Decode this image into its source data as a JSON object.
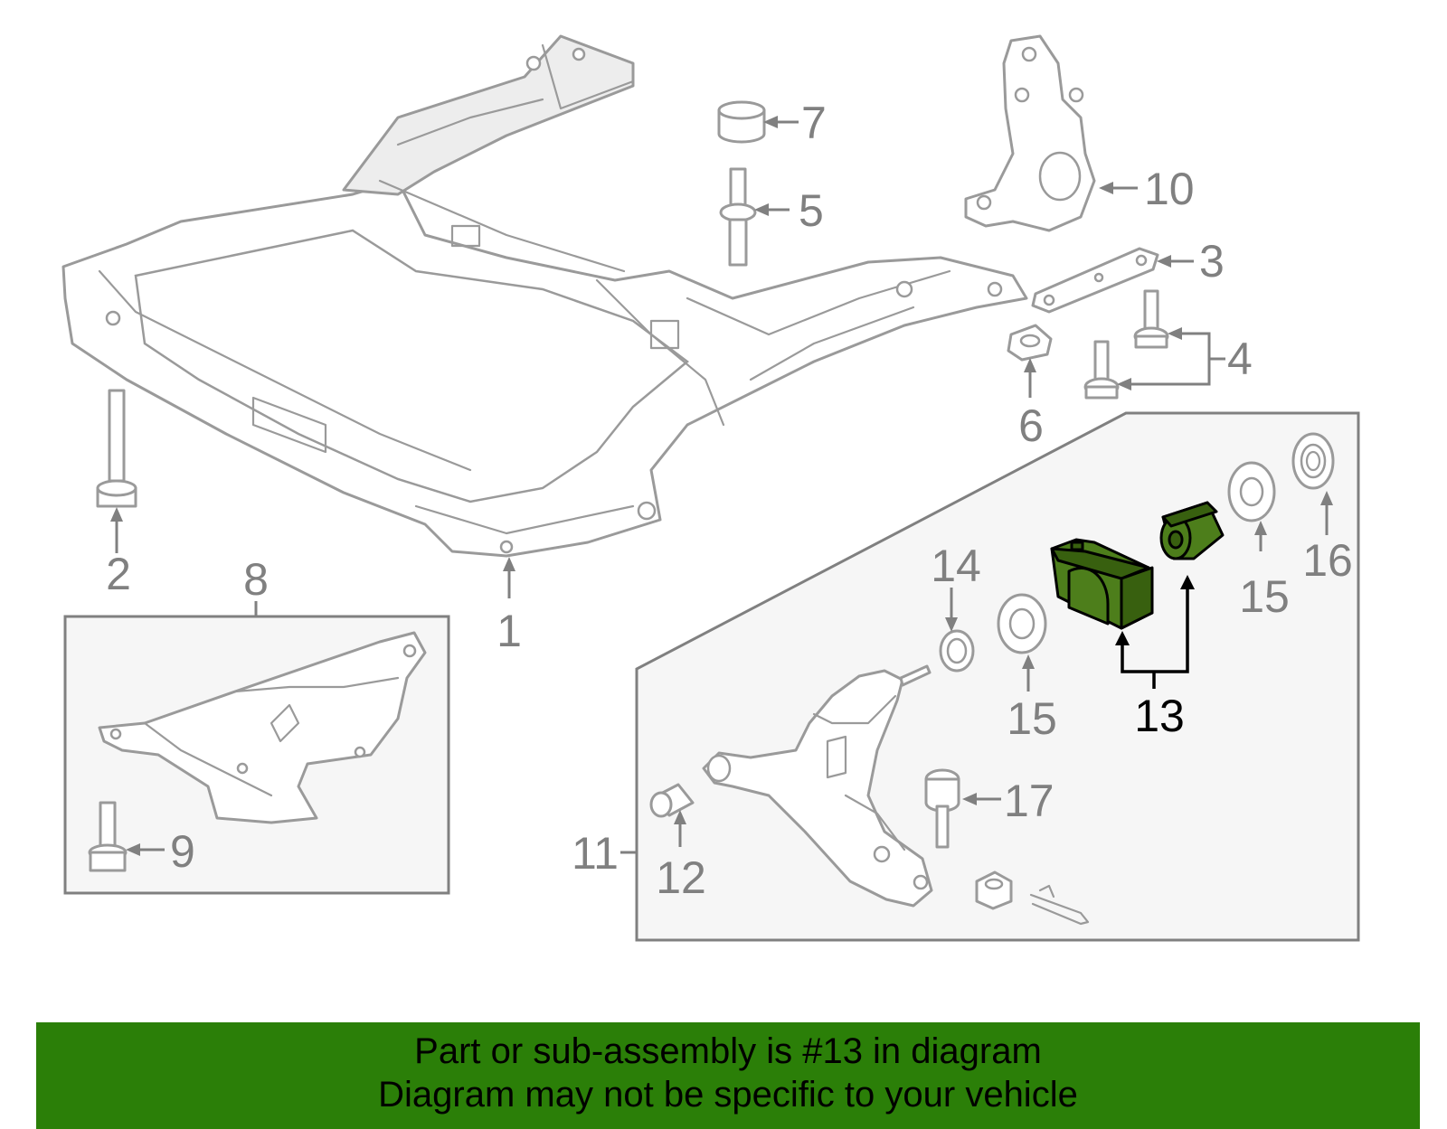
{
  "callouts": {
    "c1": "1",
    "c2": "2",
    "c3": "3",
    "c4": "4",
    "c5": "5",
    "c6": "6",
    "c7": "7",
    "c8": "8",
    "c9": "9",
    "c10": "10",
    "c11": "11",
    "c12": "12",
    "c13": "13",
    "c14": "14",
    "c15a": "15",
    "c15b": "15",
    "c16": "16",
    "c17": "17"
  },
  "banner": {
    "line1": "Part or sub-assembly is #13 in diagram",
    "line2": "Diagram may not be specific to your vehicle"
  },
  "colors": {
    "highlight_part": "#4d7e1b",
    "banner_background": "#2b7f08",
    "callout_gray": "#808080"
  }
}
